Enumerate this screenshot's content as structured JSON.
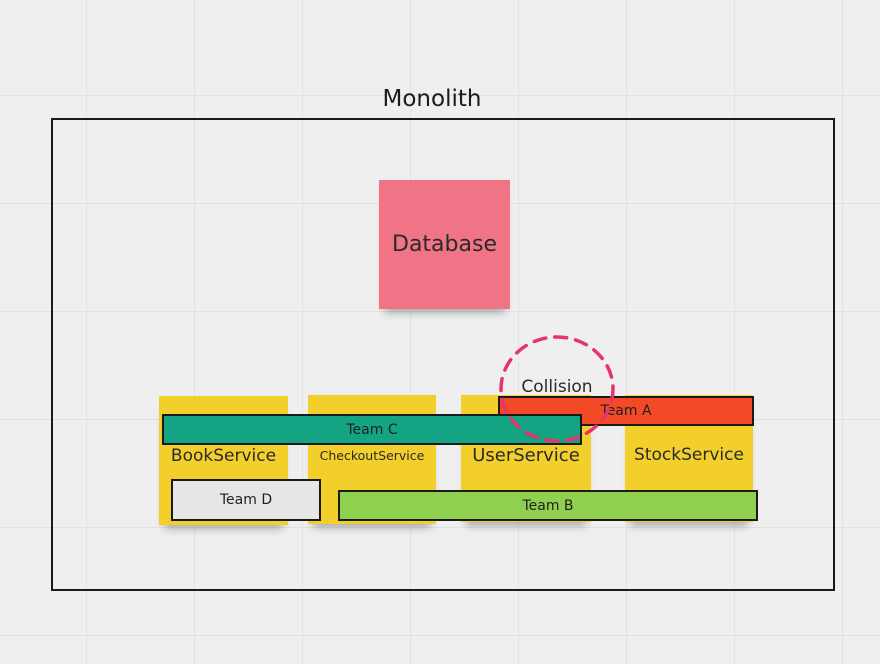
{
  "frame": {
    "title": "Monolith"
  },
  "database": {
    "label": "Database",
    "color": "#f07486"
  },
  "services": [
    {
      "label": "BookService"
    },
    {
      "label": "CheckoutService"
    },
    {
      "label": "UserService"
    },
    {
      "label": "StockService"
    }
  ],
  "teams": {
    "a": {
      "label": "Team A",
      "color": "#f24a26"
    },
    "b": {
      "label": "Team B",
      "color": "#8fd14f"
    },
    "c": {
      "label": "Team C",
      "color": "#14a383"
    },
    "d": {
      "label": "Team D",
      "color": "#e6e6e6"
    }
  },
  "collision": {
    "label": "Collision",
    "ring_color": "#e7336b"
  },
  "colors": {
    "service_sticky": "#f2cf2a",
    "frame_border": "#1a1a1a",
    "canvas": "#efefef"
  }
}
